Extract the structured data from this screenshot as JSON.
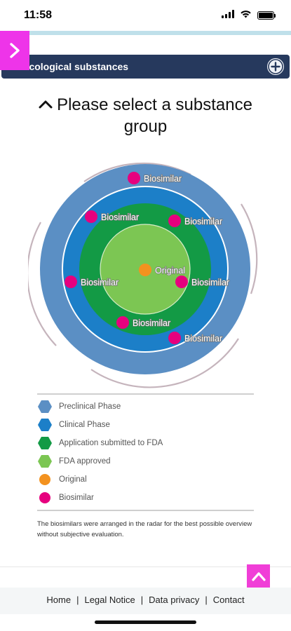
{
  "status_bar": {
    "time": "11:58"
  },
  "header": {
    "menu_icon": "chevron-right-icon",
    "section_title": "Oncological substances",
    "add_icon": "plus-circle-icon"
  },
  "heading": {
    "title": "Please select a substance group",
    "collapse_icon": "chevron-up-icon"
  },
  "radar": {
    "rings": [
      {
        "name": "Preclinical Phase",
        "color": "#5b8fc4"
      },
      {
        "name": "Clinical Phase",
        "color": "#1c7fc8"
      },
      {
        "name": "Application submitted to FDA",
        "color": "#139a45"
      },
      {
        "name": "FDA approved",
        "color": "#7cc653"
      }
    ],
    "points": [
      {
        "label": "Biosimilar",
        "type": "biosimilar"
      },
      {
        "label": "Biosimilar",
        "type": "biosimilar"
      },
      {
        "label": "Biosimilar",
        "type": "biosimilar"
      },
      {
        "label": "Original",
        "type": "original"
      },
      {
        "label": "Biosimilar",
        "type": "biosimilar"
      },
      {
        "label": "Biosimilar",
        "type": "biosimilar"
      },
      {
        "label": "Biosimilar",
        "type": "biosimilar"
      },
      {
        "label": "Biosimilar",
        "type": "biosimilar"
      }
    ],
    "marker_colors": {
      "original": "#f3921f",
      "biosimilar": "#e6007e"
    }
  },
  "legend": {
    "items": [
      {
        "label": "Preclinical Phase",
        "color": "#5b8fc4",
        "shape": "hexagon"
      },
      {
        "label": "Clinical Phase",
        "color": "#1c7fc8",
        "shape": "hexagon"
      },
      {
        "label": "Application submitted to FDA",
        "color": "#139a45",
        "shape": "hexagon"
      },
      {
        "label": "FDA approved",
        "color": "#7cc653",
        "shape": "hexagon"
      },
      {
        "label": "Original",
        "color": "#f3921f",
        "shape": "circle"
      },
      {
        "label": "Biosimilar",
        "color": "#e6007e",
        "shape": "circle"
      }
    ],
    "note": "The biosimilars were arranged in the radar for the best possible overview without subjective evaluation."
  },
  "footer": {
    "links": [
      "Home",
      "Legal Notice",
      "Data privacy",
      "Contact"
    ],
    "scroll_top_icon": "chevron-up-icon"
  },
  "colors": {
    "accent_magenta": "#ee34e9",
    "header_navy": "#26395d"
  }
}
